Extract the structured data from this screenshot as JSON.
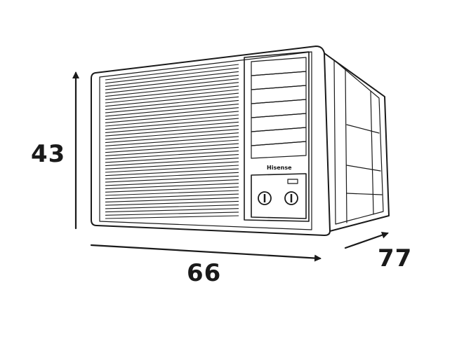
{
  "dimensions": {
    "height": "43",
    "width": "66",
    "depth": "77"
  },
  "unit": {
    "brand": "Hisense"
  },
  "colors": {
    "line": "#1a1a1a",
    "background": "#ffffff"
  }
}
